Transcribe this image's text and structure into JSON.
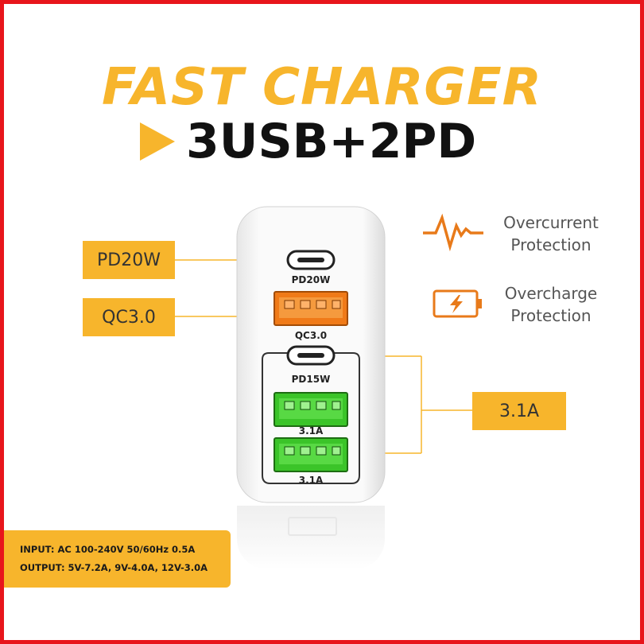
{
  "headline": "FAST CHARGER",
  "subheadline": "3USB+2PD",
  "colors": {
    "accent": "#f7b52c",
    "frame": "#e8151b",
    "icon_orange": "#e87a1a",
    "port_orange": "#f07a18",
    "port_green": "#3bc429"
  },
  "callouts": {
    "pd20w": "PD20W",
    "qc30": "QC3.0",
    "amp31": "3.1A"
  },
  "ports": {
    "pd20w": "PD20W",
    "qc30": "QC3.0",
    "pd15w": "PD15W",
    "usb1": "3.1A",
    "usb2": "3.1A"
  },
  "features": {
    "overcurrent": {
      "line1": "Overcurrent",
      "line2": "Protection",
      "icon": "pulse-icon"
    },
    "overcharge": {
      "line1": "Overcharge",
      "line2": "Protection",
      "icon": "battery-bolt-icon"
    }
  },
  "specs": {
    "input": "INPUT: AC 100-240V  50/60Hz  0.5A",
    "output": "OUTPUT: 5V-7.2A, 9V-4.0A, 12V-3.0A"
  }
}
